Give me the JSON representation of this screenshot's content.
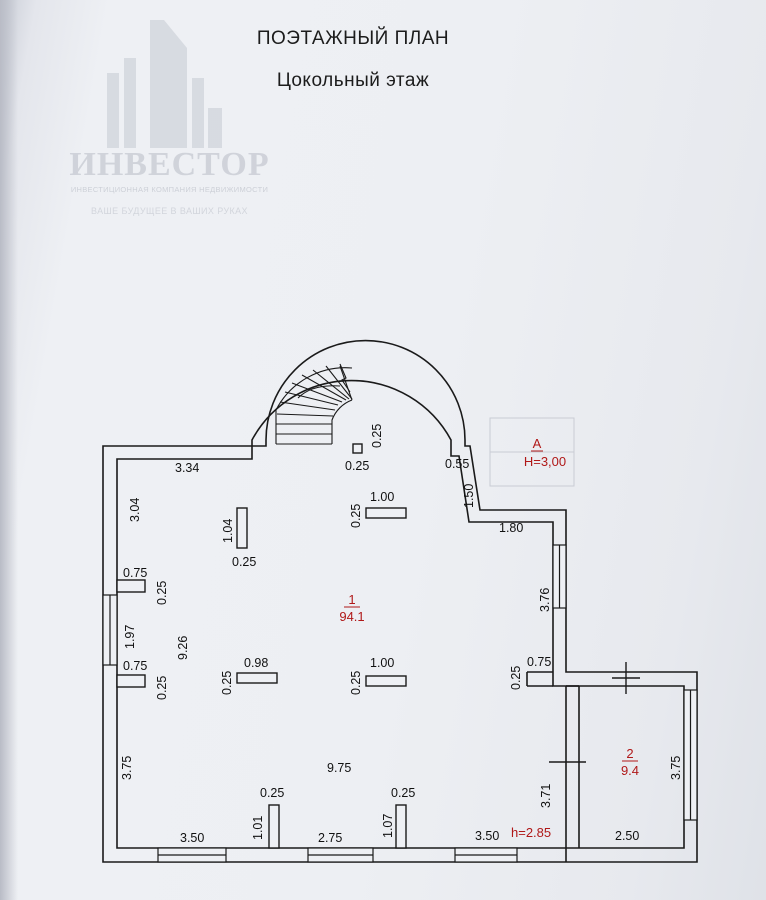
{
  "header": {
    "title": "ПОЭТАЖНЫЙ ПЛАН",
    "subtitle": "Цокольный этаж"
  },
  "watermark": {
    "name": "ИНВЕСТОР",
    "subtitle": "ИНВЕСТИЦИОННАЯ КОМПАНИЯ НЕДВИЖИМОСТИ",
    "tagline": "ВАШЕ БУДУЩЕЕ В ВАШИХ РУКАХ"
  },
  "rooms": {
    "room1": {
      "number": "1",
      "area": "94.1"
    },
    "room2": {
      "number": "2",
      "area": "9.4"
    },
    "annex": {
      "letter": "А",
      "height": "Н=3,00"
    }
  },
  "ceiling_height": "h=2.85",
  "dimensions": {
    "top_left": "3.34",
    "column_top_h": "0.25",
    "column_top_v": "0.25",
    "arch_right": "0.55",
    "arch_right_v": "1.50",
    "right_step": "1.80",
    "right_upper": "3.76",
    "right_partition_v": "0.25",
    "right_partition_h": "0.75",
    "room2_height": "3.75",
    "room2_width": "2.50",
    "partition_right_v": "3.71",
    "bottom_right": "3.50",
    "bottom_middle": "2.75",
    "bottom_left": "3.50",
    "stub_left_w": "0.25",
    "stub_left_h": "1.01",
    "stub_right_w": "0.25",
    "stub_right_h": "1.07",
    "overall_width": "9.75",
    "left_lower": "3.75",
    "left_upper": "3.04",
    "left_notch_top_w": "0.75",
    "left_notch_top_v": "0.25",
    "left_window": "1.97",
    "left_notch_bottom_w": "0.75",
    "left_notch_bottom_v": "0.25",
    "overall_height": "9.26",
    "col_left_upper_h": "1.04",
    "col_left_upper_w": "0.25",
    "col_center_upper_w": "1.00",
    "col_center_upper_v": "0.25",
    "col_left_lower_w": "0.98",
    "col_left_lower_v": "0.25",
    "col_center_lower_w": "1.00",
    "col_center_lower_v": "0.25"
  },
  "colors": {
    "wall": "#1a1a1a",
    "area_label": "#b01818",
    "paper": "#eef0f4"
  }
}
